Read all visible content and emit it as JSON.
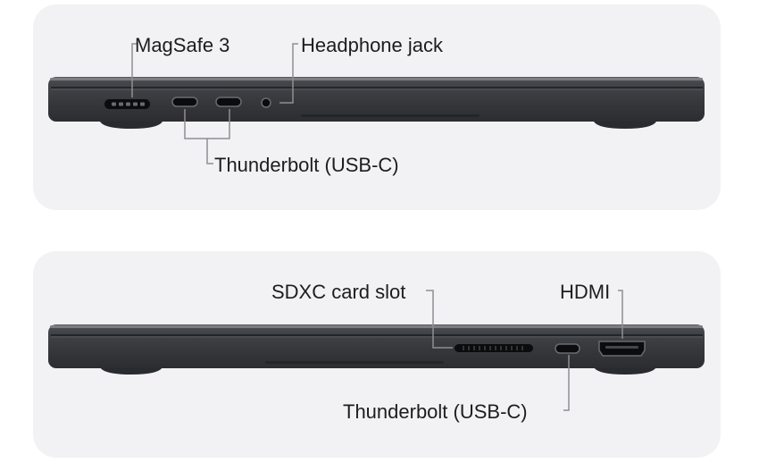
{
  "left_side": {
    "labels": {
      "magsafe": "MagSafe 3",
      "headphone": "Headphone jack",
      "thunderbolt": "Thunderbolt (USB-C)"
    }
  },
  "right_side": {
    "labels": {
      "sdxc": "SDXC card slot",
      "hdmi": "HDMI",
      "thunderbolt": "Thunderbolt (USB-C)"
    }
  },
  "colors": {
    "panel_background": "#f2f2f4",
    "laptop_body": "#3a3b3f",
    "laptop_edge": "#6c6d72",
    "port": "#0c0c0e",
    "leader_line": "#8e8e93",
    "label_text": "#1d1d1f"
  }
}
